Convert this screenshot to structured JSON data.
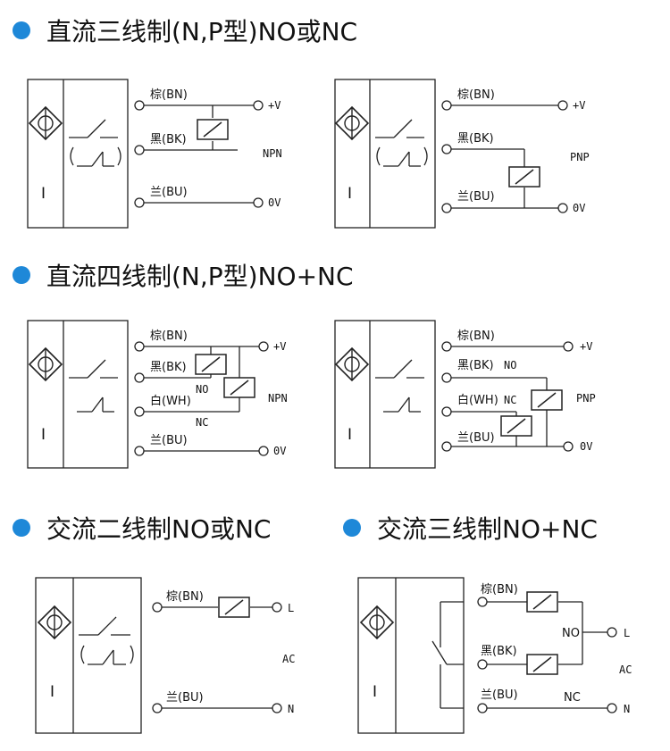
{
  "colors": {
    "accent": "#1e88d8",
    "line": "#222222"
  },
  "sections": [
    {
      "title": "直流三线制(N,P型)NO或NC"
    },
    {
      "title": "直流四线制(N,P型)NO+NC"
    },
    {
      "title": "交流二线制NO或NC"
    },
    {
      "title": "交流三线制NO+NC"
    }
  ],
  "sensor_symbol": {
    "icon": "diamond-coil-icon",
    "glyph": "I"
  },
  "wires": {
    "brown": "棕(BN)",
    "black": "黑(BK)",
    "white": "白(WH)",
    "blue": "兰(BU)"
  },
  "terminals": {
    "pos": "+V",
    "zero": "0V",
    "line": "L",
    "neutral": "N",
    "ac": "AC",
    "no": "NO",
    "nc": "NC",
    "npn": "NPN",
    "pnp": "PNP"
  }
}
